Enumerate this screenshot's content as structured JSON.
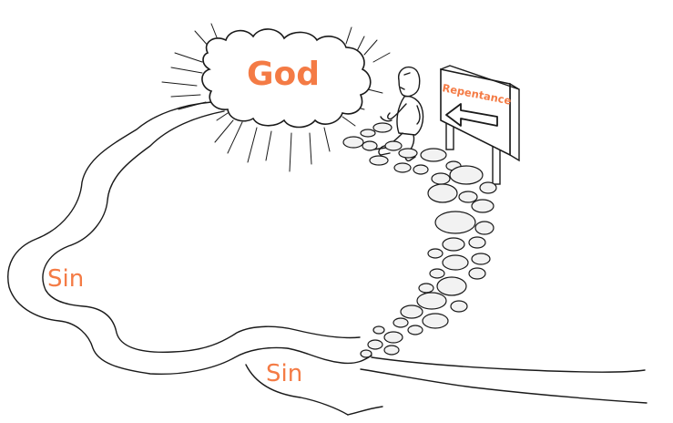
{
  "labels": {
    "god": "God",
    "sin_left": "Sin",
    "sin_bottom": "Sin",
    "sign": "Repentance"
  },
  "colors": {
    "accent": "#f47b45",
    "ink": "#1a1a1a",
    "stone_fill": "#f2f2f2",
    "background": "#ffffff"
  },
  "icons": {
    "sign_arrow": "arrow-left-icon",
    "figure": "walking-person-icon",
    "cloud": "cloud-icon"
  }
}
